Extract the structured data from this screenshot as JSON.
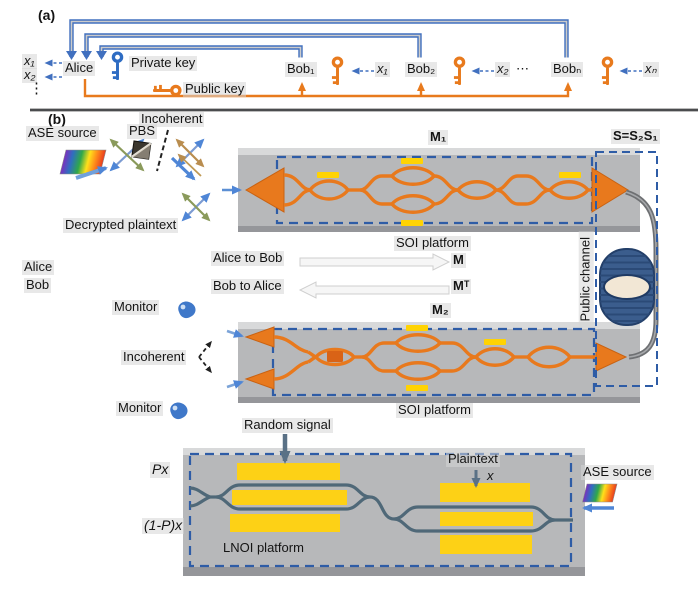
{
  "colors": {
    "blue": "#4170bf",
    "orange": "#e87a1d",
    "heater_yellow": "#ffd303",
    "chip_gray": "#b7b8ba",
    "dash_blue": "#2e5ca6",
    "lnoi_waveguide": "#4f6878",
    "spool_blue": "#3b5d8d"
  },
  "a": {
    "tag": "(a)",
    "alice": "Alice",
    "private_key": "Private key",
    "public_key": "Public key",
    "x1_out": "x₁",
    "x2_out": "x₂",
    "vdots": "⋮",
    "hdots": "⋯",
    "bobs": [
      {
        "name": "Bob₁",
        "input": "x₁"
      },
      {
        "name": "Bob₂",
        "input": "x₂"
      },
      {
        "name": "Bobₙ",
        "input": "xₙ"
      }
    ]
  },
  "b": {
    "tag": "(b)",
    "ase_source": "ASE source",
    "incoherent_top": "Incoherent",
    "pbs": "PBS",
    "decrypted_plaintext": "Decrypted plaintext",
    "alice": "Alice",
    "bob": "Bob",
    "m1": "M₁",
    "m2": "M₂",
    "s_relation": "S=S₂S₁",
    "soi_platform_1": "SOI platform",
    "soi_platform_2": "SOI platform",
    "alice_to_bob": "Alice to Bob",
    "bob_to_alice": "Bob to Alice",
    "m_forward": "M",
    "m_transpose": "Mᵀ",
    "monitor_top": "Monitor",
    "monitor_bottom": "Monitor",
    "incoherent_bottom": "Incoherent",
    "public_channel": "Public channel",
    "random_signal": "Random signal",
    "plaintext": "Plaintext",
    "plaintext_x": "x",
    "px": "Px",
    "one_minus_px": "(1-P)x",
    "lnoi_platform": "LNOI platform",
    "ase_source_bottom": "ASE source"
  }
}
